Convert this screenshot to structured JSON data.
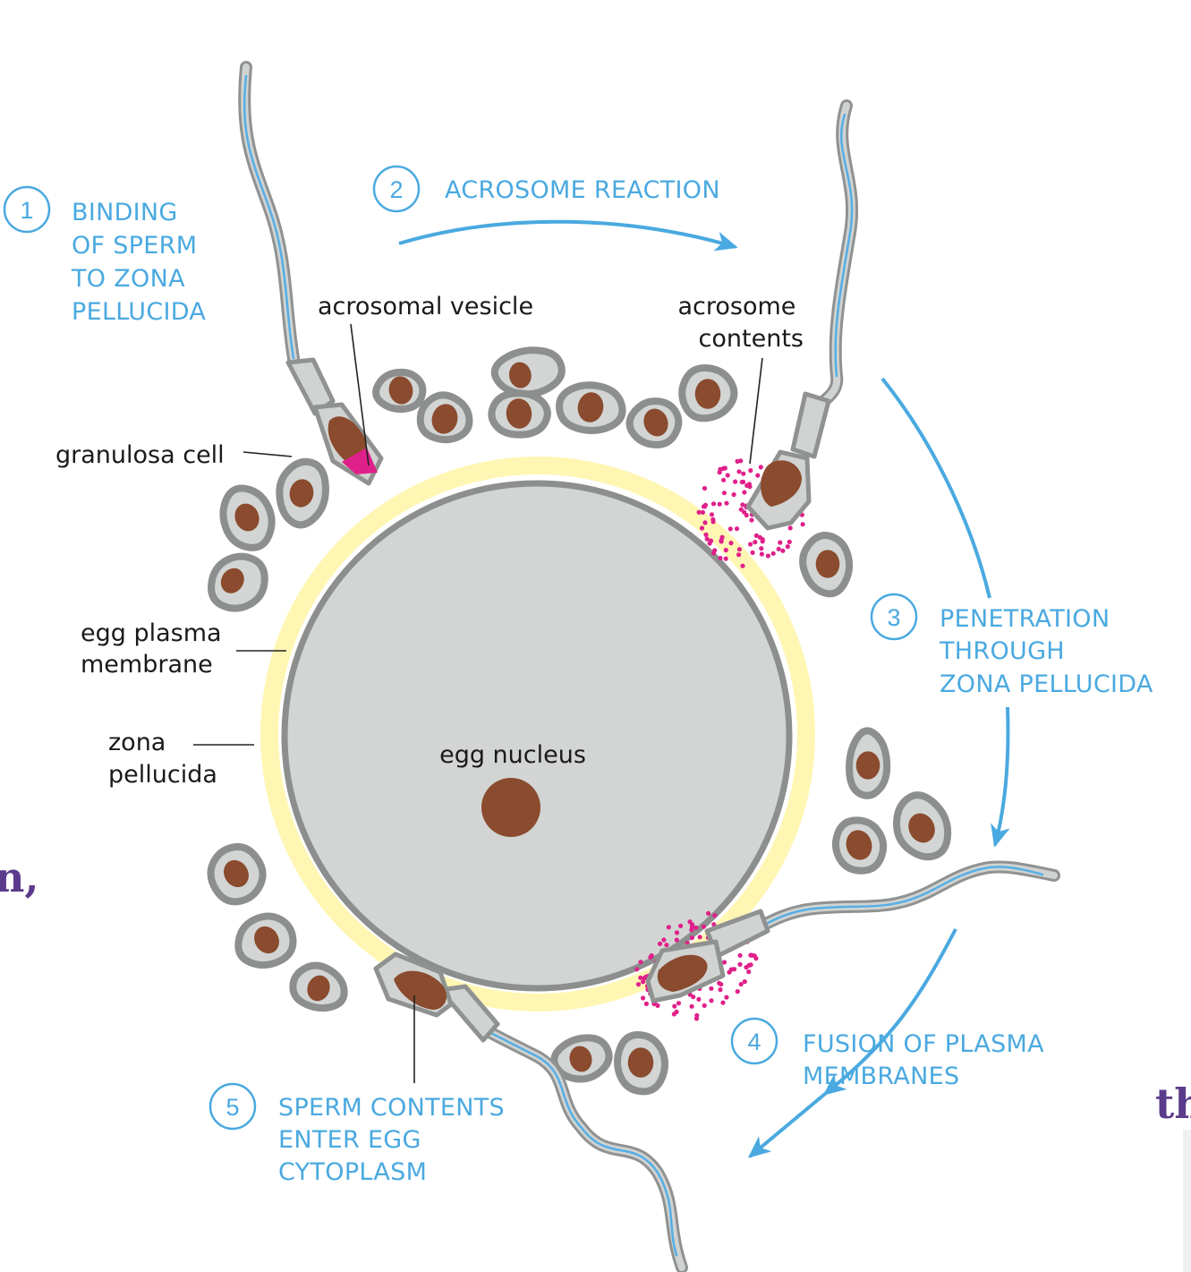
{
  "steps": [
    {
      "num": "1",
      "lines": [
        "BINDING",
        "OF SPERM",
        "TO ZONA",
        "PELLUCIDA"
      ]
    },
    {
      "num": "2",
      "lines": [
        "ACROSOME REACTION"
      ]
    },
    {
      "num": "3",
      "lines": [
        "PENETRATION",
        "THROUGH",
        "ZONA PELLUCIDA"
      ]
    },
    {
      "num": "4",
      "lines": [
        "FUSION OF PLASMA",
        "MEMBRANES"
      ]
    },
    {
      "num": "5",
      "lines": [
        "SPERM CONTENTS",
        "ENTER EGG",
        "CYTOPLASM"
      ]
    }
  ],
  "labels": {
    "acrosomal_vesicle": "acrosomal vesicle",
    "acrosome_contents": [
      "acrosome",
      "contents"
    ],
    "granulosa_cell": "granulosa cell",
    "egg_plasma_membrane": [
      "egg plasma",
      "membrane"
    ],
    "zona_pellucida": [
      "zona",
      "pellucida"
    ],
    "egg_nucleus": "egg nucleus"
  },
  "page_fragments": {
    "left": "n,",
    "right": "th"
  },
  "colors": {
    "step_blue": "#4aa9e0",
    "zona_yellow": "#fff6b3",
    "egg_gray": "#d2d5d3",
    "outline_gray": "#8c8f8e",
    "nucleus_brown": "#8a4b2e",
    "acrosome_magenta": "#e0208a",
    "fragment_purple": "#5b3b8c"
  }
}
